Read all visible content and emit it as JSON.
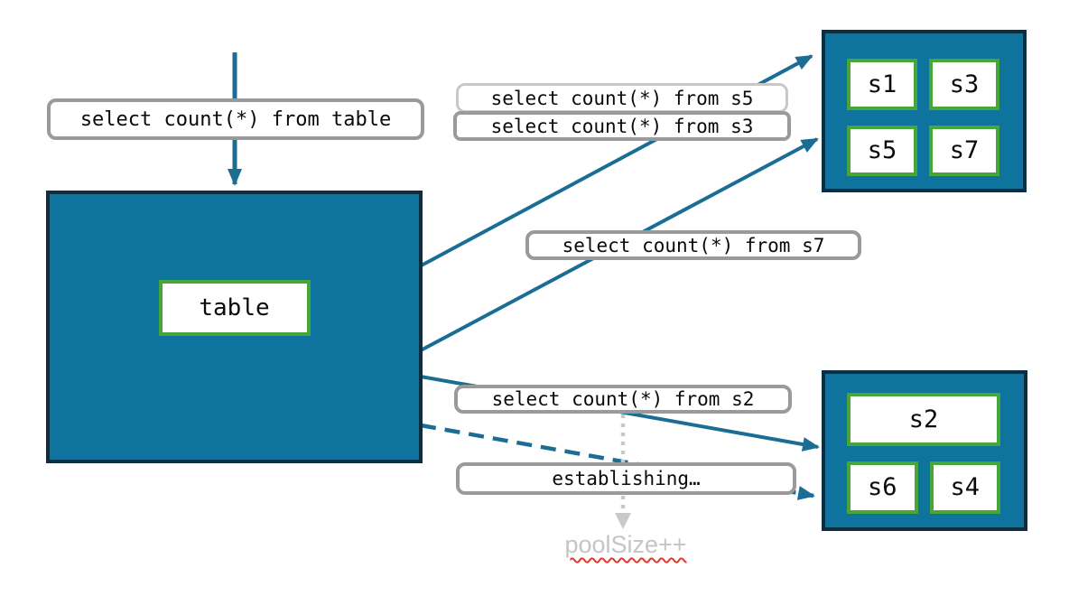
{
  "queries": {
    "from_table": "select count(*) from table",
    "from_s5": "select count(*) from s5",
    "from_s3": "select count(*) from s3",
    "from_s7": "select count(*) from s7",
    "from_s2": "select count(*) from s2",
    "establishing": "establishing…",
    "pool_size": "poolSize++"
  },
  "table_node": {
    "label": "table"
  },
  "shard_group_top": {
    "shards": [
      "s1",
      "s3",
      "s5",
      "s7"
    ]
  },
  "shard_group_bottom": {
    "shards": [
      "s2",
      "s6",
      "s4"
    ]
  },
  "colors": {
    "node_fill_teal": "#0e749d",
    "node_border_navy": "#0d2e40",
    "cell_border_green": "#45a73a",
    "arrow_teal": "#1b6d94",
    "pill_border_gray": "#9a9a9a",
    "pill_border_light_gray": "#c8c8c8",
    "muted_text_gray": "#c5c5c5",
    "dotted_arrow_gray": "#c9c9c9",
    "squiggle_red": "#e0392e"
  }
}
